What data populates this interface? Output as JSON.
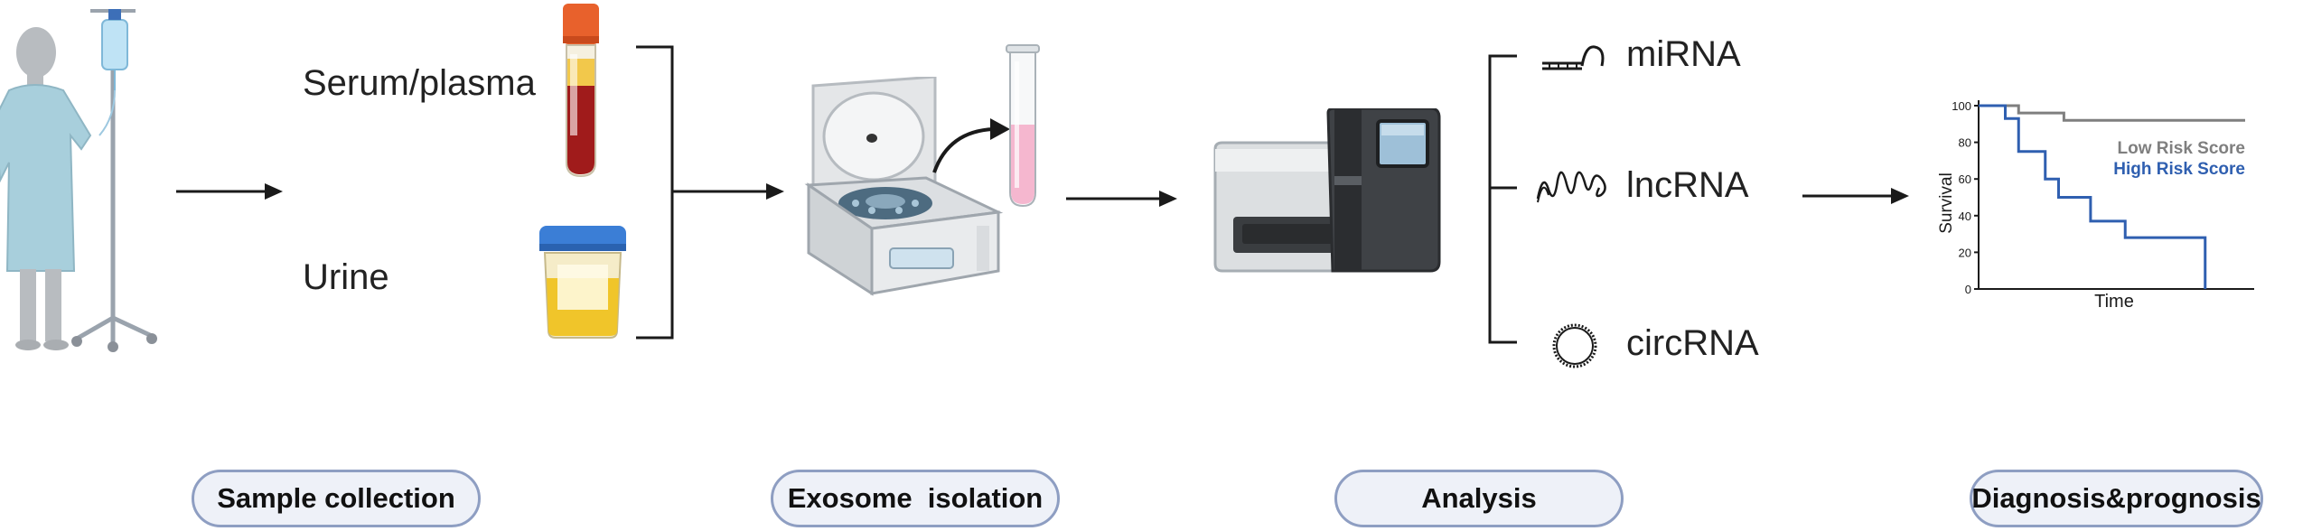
{
  "stages": [
    {
      "label": "Sample collection"
    },
    {
      "label": "Exosome  isolation"
    },
    {
      "label": "Analysis"
    },
    {
      "label": "Diagnosis&prognosis"
    }
  ],
  "samples": [
    "Serum/plasma",
    "Urine"
  ],
  "rna_types": [
    "miRNA",
    "lncRNA",
    "circRNA"
  ],
  "chart_data": {
    "type": "line",
    "title": "",
    "xlabel": "Time",
    "ylabel": "Survival",
    "ylim": [
      0,
      100
    ],
    "yticks": [
      0,
      20,
      40,
      60,
      80,
      100
    ],
    "series": [
      {
        "name": "Low Risk Score",
        "color": "#7f7f7f",
        "x": [
          0,
          1.5,
          1.5,
          3.2,
          3.2,
          10
        ],
        "y": [
          100,
          100,
          96,
          96,
          92,
          92
        ]
      },
      {
        "name": "High Risk Score",
        "color": "#2f5fb0",
        "x": [
          0,
          1.0,
          1.0,
          1.5,
          1.5,
          2.5,
          2.5,
          3.0,
          3.0,
          4.2,
          4.2,
          5.5,
          5.5,
          8.5,
          8.5
        ],
        "y": [
          100,
          100,
          93,
          93,
          75,
          75,
          60,
          60,
          50,
          50,
          37,
          37,
          28,
          28,
          0
        ]
      }
    ]
  }
}
